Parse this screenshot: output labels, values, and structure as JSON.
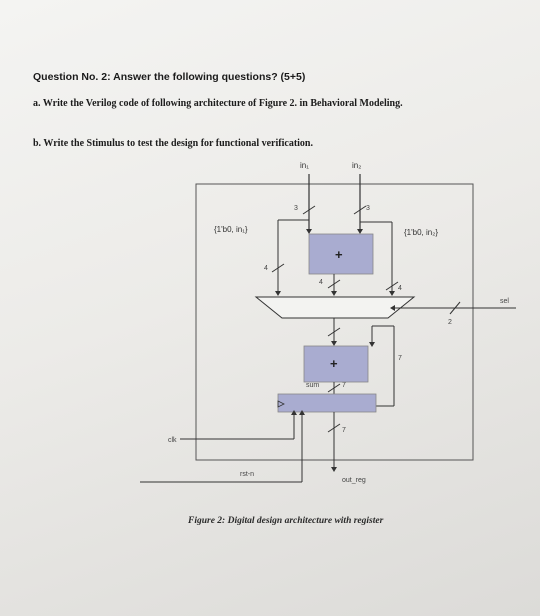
{
  "question": {
    "heading": "Question No. 2: Answer the following questions? (5+5)",
    "part_a": "a. Write the Verilog code of following architecture of Figure 2. in Behavioral Modeling.",
    "part_b": "b. Write the Stimulus to test the design for functional verification."
  },
  "diagram": {
    "in1_label": "in₁",
    "in2_label": "in₂",
    "concat_left": "{1'b0, in₁}",
    "concat_right": "{1'b0, in₂}",
    "adder1_symbol": "+",
    "adder2_symbol": "+",
    "sel_label": "sel",
    "clk_label": "clk",
    "rst_label": "rst-n",
    "sum_label": "sum",
    "out_label": "out_reg",
    "width_in1": "3",
    "width_in2": "3",
    "width_left_mux": "4",
    "width_adder1_out": "4",
    "width_right_mux": "4",
    "width_sel": "2",
    "width_sum": "7",
    "width_feedback": "7",
    "width_out": "7"
  },
  "caption": "Figure 2: Digital design architecture with register"
}
